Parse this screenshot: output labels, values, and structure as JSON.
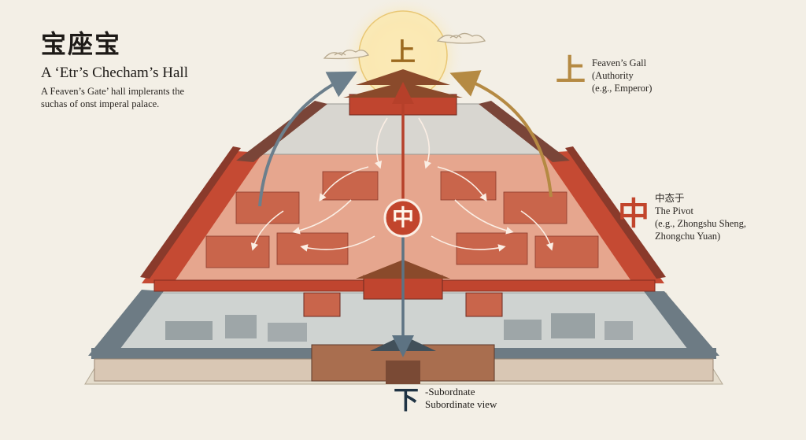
{
  "title": {
    "chinese": "宝座宝",
    "english": "A ‘Etr’s Checham’s Hall",
    "description": "A Feaven’s Gate’ hall implerants the suchas of onst imperal palace."
  },
  "levels": {
    "top": {
      "glyph": "上",
      "name": "Feaven’s Gall",
      "role": "(Authority",
      "example": "(e.g., Emperor)"
    },
    "middle": {
      "glyph": "中",
      "chinese": "中态于",
      "name": "The Pivot",
      "example_line1": "(e.g., Zhongshu Sheng,",
      "example_line2": "Zhongchu Yuan)"
    },
    "bottom": {
      "glyph": "下",
      "name": "Subordnate",
      "view": "Subordinate view"
    }
  },
  "colors": {
    "background": "#f3efe6",
    "gold": "#b58a43",
    "vermilion": "#c2452c",
    "navy": "#1f3344",
    "arrow_red": "#b6402a",
    "arrow_blue": "#5d7383"
  }
}
